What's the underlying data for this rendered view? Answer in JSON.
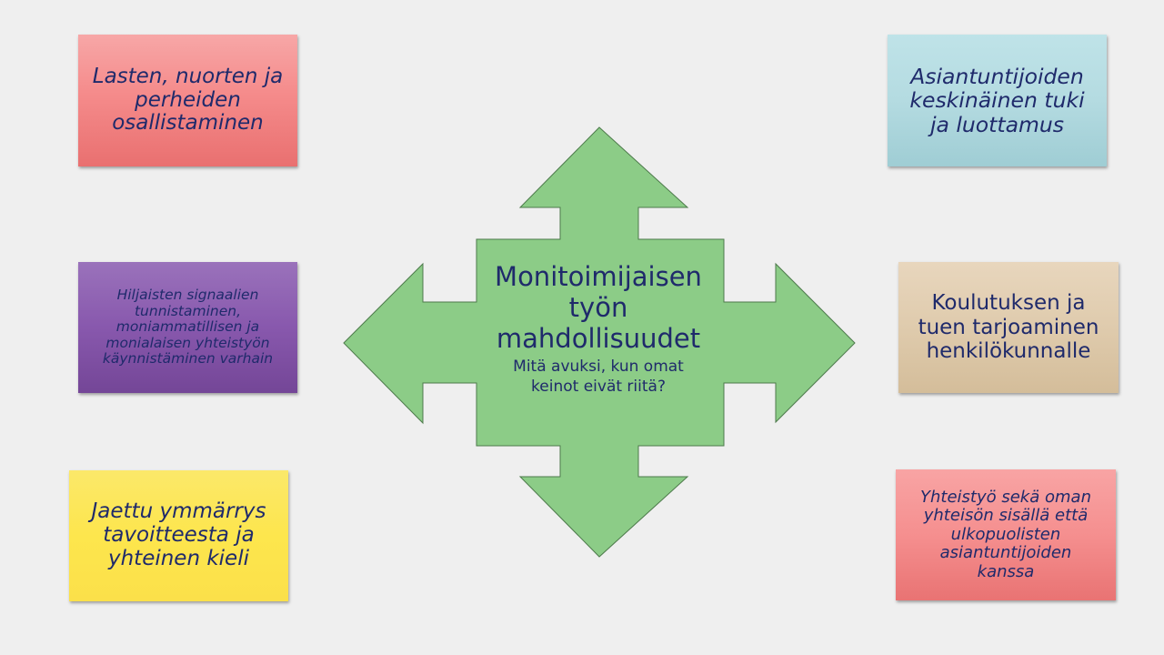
{
  "center": {
    "title_lines": [
      "Monitoimijaisen",
      "työn",
      "mahdollisuudet"
    ],
    "subtitle_lines": [
      "Mitä avuksi, kun omat",
      "keinot eivät riitä?"
    ],
    "fill_color": "#8ccc87",
    "stroke_color": "#4d7a4b"
  },
  "boxes": {
    "top_left": {
      "lines": [
        "Lasten, nuorten ja",
        "perheiden",
        "osallistaminen"
      ],
      "color": "#f58b8b"
    },
    "middle_left": {
      "lines": [
        "Hiljaisten signaalien",
        "tunnistaminen,",
        "moniammatillisen ja",
        "monialaisen yhteistyön",
        "käynnistäminen varhain"
      ],
      "color": "#8858ad"
    },
    "bottom_left": {
      "lines": [
        "Jaettu ymmärrys",
        "tavoitteesta ja",
        "yhteinen kieli"
      ],
      "color": "#fde64d"
    },
    "top_right": {
      "lines": [
        "Asiantuntijoiden",
        "keskinäinen tuki",
        "ja luottamus"
      ],
      "color": "#b4dbe1"
    },
    "middle_right": {
      "lines": [
        "Koulutuksen ja",
        "tuen tarjoaminen",
        "henkilökunnalle"
      ],
      "color": "#dfcbad"
    },
    "bottom_right": {
      "lines": [
        "Yhteistyö sekä oman",
        "yhteisön sisällä että",
        "ulkopuolisten",
        "asiantuntijoiden",
        "kanssa"
      ],
      "color": "#f58f8f"
    }
  }
}
